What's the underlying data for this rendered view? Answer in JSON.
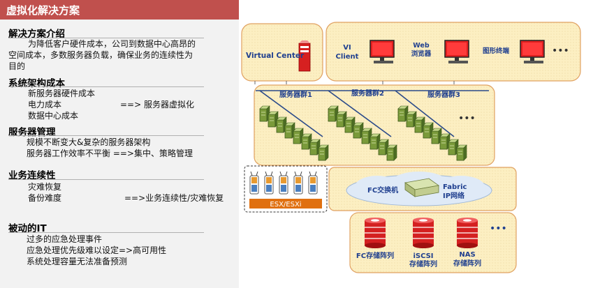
{
  "title": "虚拟化解决方案",
  "intro": {
    "heading": "解决方案介绍",
    "lines": [
      "为降低客户硬件成本，公司到数据中心高昂的",
      "空间成本，多数服务器负载，确保业务的连续性为",
      "目的"
    ]
  },
  "arch_cost": {
    "heading": "系统架构成本",
    "lines": [
      "新服务器硬件成本",
      "电力成本",
      "数据中心成本"
    ],
    "arrow": "==> 服务器虚拟化"
  },
  "server_mgmt": {
    "heading": "服务器管理",
    "lines": [
      "规模不断变大&复杂的服务器架构",
      "服务器工作效率不平衡  ==>集中、策略管理"
    ]
  },
  "continuity": {
    "heading": "业务连续性",
    "lines": [
      "灾难恢复",
      "备份难度"
    ],
    "arrow": "==>业务连续性/灾难恢复"
  },
  "passive_it": {
    "heading": "被动的IT",
    "lines": [
      "过多的应急处理事件",
      "应急处理优先级难以设定=>高可用性",
      "系统处理容量无法准备预测"
    ]
  },
  "diagram": {
    "virtual_center": "Virtual Center",
    "vi_client": [
      "VI",
      "Client"
    ],
    "web_browser": [
      "Web",
      "浏览器"
    ],
    "graphic_terminal": "图形终端",
    "more": "•••",
    "clusters": [
      "服务器群1",
      "服务器群2",
      "服务器群3"
    ],
    "cluster_more": "•••",
    "esx": "ESX/ESXi",
    "fc_switch": "FC交换机",
    "fabric": [
      "Fabric",
      "IP网络"
    ],
    "storage": [
      {
        "lines": [
          "FC存储阵列"
        ]
      },
      {
        "lines": [
          "iSCSI",
          "存储阵列"
        ]
      },
      {
        "lines": [
          "NAS",
          "存储阵列"
        ]
      }
    ],
    "storage_more": "•••",
    "colors": {
      "panel_fill": "#fcefc2",
      "panel_border": "#e0a060",
      "accent_red": "#c0504d",
      "label_blue": "#1f3f8f"
    }
  }
}
